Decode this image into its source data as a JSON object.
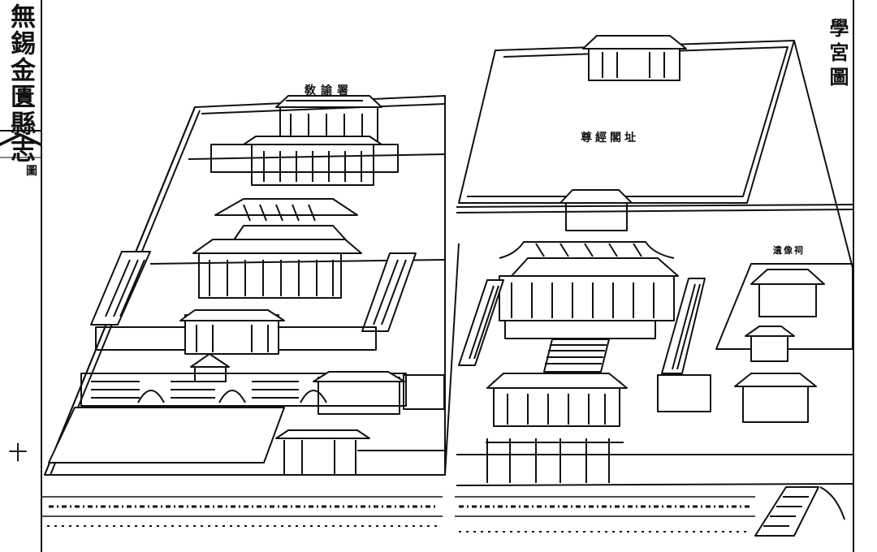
{
  "margin": {
    "gazetteer_title": "無錫金匱縣志",
    "section": "圖",
    "page_number": "十"
  },
  "illustration": {
    "plan_title": "學宮圖",
    "labels": {
      "lunlou": "敎諭署",
      "zungeng": "尊經閣址",
      "shrine": "遺像祠"
    }
  },
  "colors": {
    "ink": "#111111",
    "paper": "#ffffff"
  }
}
